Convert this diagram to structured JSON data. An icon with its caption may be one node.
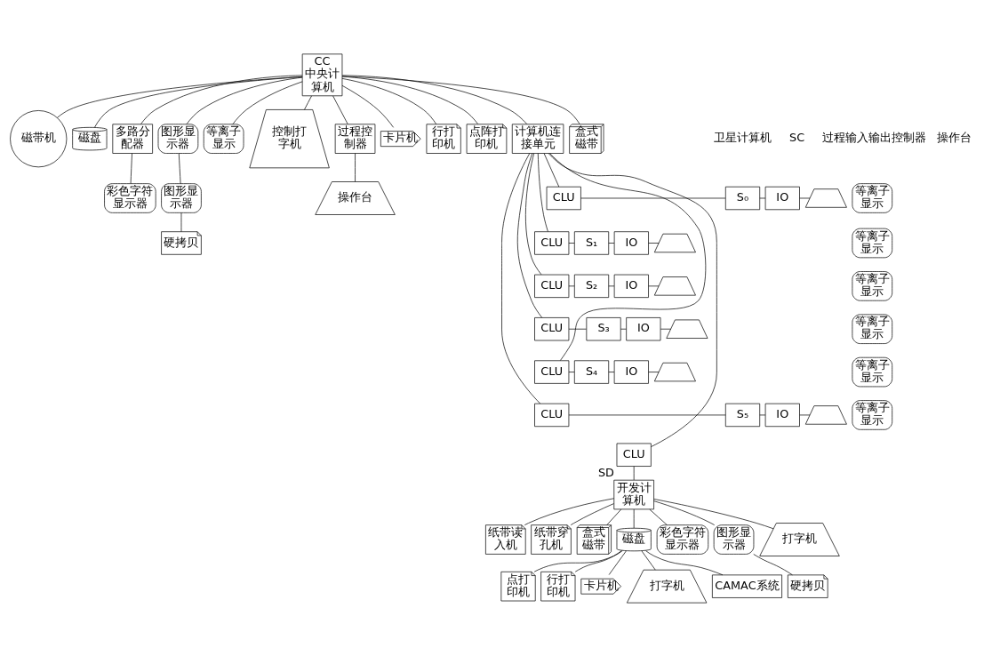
{
  "diagram": {
    "nodes": [
      {
        "text": [
          "盒式磁带"
        ]
      },
      {
        "text": [
          "磁带机"
        ]
      },
      {
        "text": [
          "磁盘"
        ]
      },
      {
        "text": [
          "CC",
          "中央计算机"
        ]
      },
      {
        "text": [
          "多路分配器"
        ]
      },
      {
        "text": [
          "图形显示器"
        ]
      },
      {
        "text": [
          "等离子显示"
        ]
      },
      {
        "text": [
          "控制打字机"
        ]
      },
      {
        "text": [
          "过程控制器"
        ]
      },
      {
        "text": [
          "操作台"
        ]
      },
      {
        "text": [
          "彩色字符显示器"
        ]
      },
      {
        "text": [
          "图形显示器"
        ]
      },
      {
        "text": [
          "硬拷贝"
        ]
      },
      {
        "text": [
          "卡片机"
        ]
      },
      {
        "text": [
          "行打印机"
        ]
      },
      {
        "text": [
          "点阵打印机"
        ]
      },
      {
        "text": [
          "计算机连接单元"
        ]
      },
      {
        "text": [
          "CLU"
        ]
      },
      {
        "text": [
          "S₀"
        ]
      },
      {
        "text": [
          "等离子显示"
        ]
      },
      {
        "text": [
          "IO"
        ]
      },
      {
        "text": [],
        "shape": "box"
      },
      {
        "text": [
          "CLU"
        ]
      },
      {
        "text": [
          "S₁"
        ]
      },
      {
        "text": [
          "等离子显示"
        ]
      },
      {
        "text": [
          "IO"
        ]
      },
      {
        "text": [],
        "shape": "box"
      },
      {
        "text": [
          "CLU"
        ]
      },
      {
        "text": [
          "S₂"
        ]
      },
      {
        "text": [
          "等离子显示"
        ]
      },
      {
        "text": [
          "IO"
        ]
      },
      {
        "text": [],
        "shape": "box"
      },
      {
        "text": [
          "CLU"
        ]
      },
      {
        "text": [
          "S₃"
        ]
      },
      {
        "text": [
          "等离子显示"
        ]
      },
      {
        "text": [
          "IO"
        ]
      },
      {
        "text": [],
        "shape": "box"
      },
      {
        "text": [
          "CLU"
        ]
      },
      {
        "text": [
          "S₄"
        ]
      },
      {
        "text": [
          "等离子显示"
        ]
      },
      {
        "text": [
          "IO"
        ]
      },
      {
        "text": [],
        "shape": "box"
      },
      {
        "text": [
          "CLU"
        ]
      },
      {
        "text": [
          "S₅"
        ]
      },
      {
        "text": [
          "等离子显示"
        ]
      },
      {
        "text": [
          "IO"
        ]
      },
      {
        "text": [],
        "shape": "box"
      },
      {
        "text": [
          "纸带读入机"
        ]
      },
      {
        "text": [
          "纸带穿孔机"
        ]
      },
      {
        "text": [
          "盒式磁带"
        ]
      },
      {
        "text": [
          "磁盘"
        ]
      },
      {
        "text": [
          "开发计算机"
        ],
        "beside": [
          "SD"
        ]
      },
      {
        "text": [
          "CLU"
        ]
      },
      {
        "text": [
          "彩色字符显示器"
        ]
      },
      {
        "text": [
          "图形显示器"
        ]
      },
      {
        "text": [
          "打字机"
        ]
      },
      {
        "text": [
          "硬拷贝"
        ]
      },
      {
        "text": [
          "CAMAC系统"
        ]
      },
      {
        "text": [
          "点打印机"
        ]
      },
      {
        "text": [
          "行打印机"
        ]
      },
      {
        "text": [
          "卡片机"
        ]
      },
      {
        "text": [
          "打字机"
        ]
      }
    ],
    "edges": [
      {
        "from": 3,
        "to": 4,
        "arrow": "none"
      },
      {
        "from": 3,
        "to": 5,
        "arrow": "none"
      },
      {
        "from": 3,
        "to": 0,
        "arrow": "none"
      },
      {
        "from": 3,
        "to": 6,
        "arrow": "none"
      },
      {
        "from": 3,
        "to": 1,
        "arrow": "none"
      },
      {
        "from": 3,
        "to": 7,
        "arrow": "none"
      },
      {
        "from": 3,
        "to": 2,
        "arrow": "none"
      },
      {
        "from": 3,
        "to": 8,
        "arrow": "none"
      },
      {
        "from": 3,
        "to": 13,
        "arrow": "none"
      },
      {
        "from": 3,
        "to": 14,
        "arrow": "none"
      },
      {
        "from": 3,
        "to": 15,
        "arrow": "none"
      },
      {
        "from": 3,
        "to": 16,
        "arrow": "none"
      },
      {
        "from": 4,
        "to": 10,
        "arrow": "none"
      },
      {
        "from": 5,
        "to": 11,
        "arrow": "none"
      },
      {
        "from": 11,
        "to": 12,
        "arrow": "none"
      },
      {
        "from": 8,
        "to": 9,
        "arrow": "none"
      },
      {
        "from": 16,
        "to": 17,
        "arrow": "none"
      },
      {
        "from": 17,
        "to": 18,
        "arrow": "none"
      },
      {
        "from": 18,
        "to": 20,
        "arrow": "none"
      },
      {
        "from": 20,
        "to": 21,
        "arrow": "none"
      },
      {
        "from": 16,
        "to": 22,
        "arrow": "none"
      },
      {
        "from": 22,
        "to": 23,
        "arrow": "none"
      },
      {
        "from": 23,
        "to": 25,
        "arrow": "none"
      },
      {
        "from": 25,
        "to": 26,
        "arrow": "none"
      },
      {
        "from": 16,
        "to": 27,
        "arrow": "none"
      },
      {
        "from": 27,
        "to": 28,
        "arrow": "none"
      },
      {
        "from": 28,
        "to": 30,
        "arrow": "none"
      },
      {
        "from": 30,
        "to": 31,
        "arrow": "none"
      },
      {
        "from": 16,
        "to": 32,
        "arrow": "none"
      },
      {
        "from": 32,
        "to": 33,
        "arrow": "none"
      },
      {
        "from": 33,
        "to": 35,
        "arrow": "none"
      },
      {
        "from": 35,
        "to": 36,
        "arrow": "none"
      },
      {
        "from": 16,
        "to": 37,
        "arrow": "none"
      },
      {
        "from": 37,
        "to": 38,
        "arrow": "none"
      },
      {
        "from": 38,
        "to": 40,
        "arrow": "none"
      },
      {
        "from": 40,
        "to": 41,
        "arrow": "none"
      },
      {
        "from": 16,
        "to": 42,
        "arrow": "none"
      },
      {
        "from": 42,
        "to": 43,
        "arrow": "none"
      },
      {
        "from": 43,
        "to": 45,
        "arrow": "none"
      },
      {
        "from": 45,
        "to": 46,
        "arrow": "none"
      },
      {
        "from": 16,
        "to": 52,
        "arrow": "none"
      },
      {
        "from": 52,
        "to": 51,
        "arrow": "none"
      },
      {
        "from": 51,
        "to": 47,
        "arrow": "none"
      },
      {
        "from": 51,
        "to": 48,
        "arrow": "none"
      },
      {
        "from": 51,
        "to": 49,
        "arrow": "none"
      },
      {
        "from": 51,
        "to": 50,
        "arrow": "none"
      },
      {
        "from": 51,
        "to": 53,
        "arrow": "none"
      },
      {
        "from": 51,
        "to": 54,
        "arrow": "none"
      },
      {
        "from": 51,
        "to": 55,
        "arrow": "none"
      },
      {
        "from": 54,
        "to": 56,
        "arrow": "none"
      },
      {
        "from": 50,
        "to": 57,
        "arrow": "none"
      },
      {
        "from": 50,
        "to": 58,
        "arrow": "none"
      },
      {
        "from": 50,
        "to": 59,
        "arrow": "none"
      },
      {
        "from": 50,
        "to": 60,
        "arrow": "none"
      },
      {
        "from": 50,
        "to": 61,
        "arrow": "none"
      }
    ],
    "labels": [
      "卫星计算机",
      "SC",
      "过程输入输出控制器",
      "操作台"
    ]
  }
}
